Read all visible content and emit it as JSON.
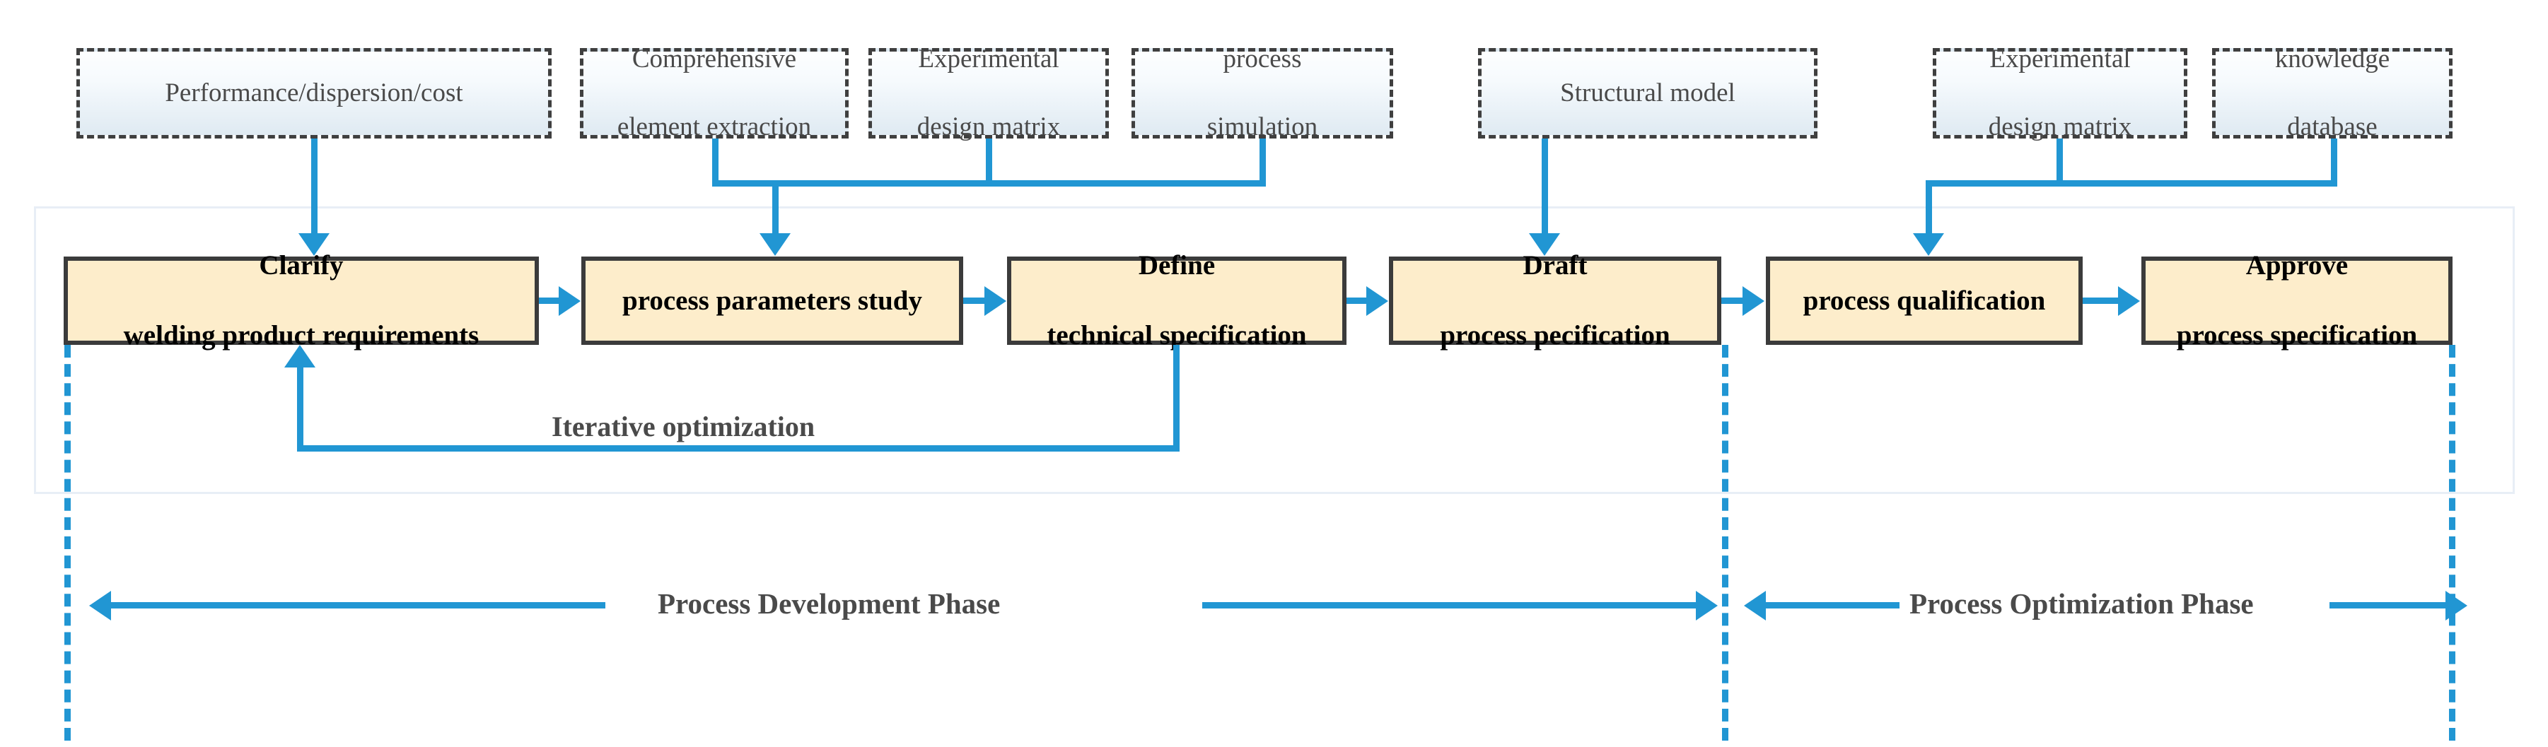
{
  "diagram": {
    "title": "Welding process development and optimization workflow",
    "accent_color": "#2196d3",
    "process_box_fill": "#fdedcb",
    "process_box_border": "#3b3b3b",
    "input_box_border": "#3f3f3f"
  },
  "inputs": [
    {
      "id": "performance",
      "line1": "Performance/dispersion/cost",
      "line2": ""
    },
    {
      "id": "comprehensive",
      "line1": "Comprehensive",
      "line2": "element extraction"
    },
    {
      "id": "exp-matrix-1",
      "line1": "Experimental",
      "line2": "design matrix"
    },
    {
      "id": "simulation",
      "line1": "process",
      "line2": "simulation"
    },
    {
      "id": "structural",
      "line1": "Structural model",
      "line2": ""
    },
    {
      "id": "exp-matrix-2",
      "line1": "Experimental",
      "line2": "design matrix"
    },
    {
      "id": "knowledge",
      "line1": "knowledge",
      "line2": "database"
    }
  ],
  "steps": [
    {
      "id": "clarify",
      "line1": "Clarify",
      "line2": "welding product requirements"
    },
    {
      "id": "params",
      "line1": "process parameters study",
      "line2": ""
    },
    {
      "id": "define",
      "line1": "Define",
      "line2": "technical specification"
    },
    {
      "id": "draft",
      "line1": "Draft",
      "line2": "process pecification"
    },
    {
      "id": "qualify",
      "line1": "process qualification",
      "line2": ""
    },
    {
      "id": "approve",
      "line1": "Approve",
      "line2": "process specification"
    }
  ],
  "annotations": {
    "feedback_label": "Iterative optimization"
  },
  "phases": [
    {
      "id": "development",
      "label": "Process Development Phase"
    },
    {
      "id": "optimization",
      "label": "Process Optimization Phase"
    }
  ]
}
